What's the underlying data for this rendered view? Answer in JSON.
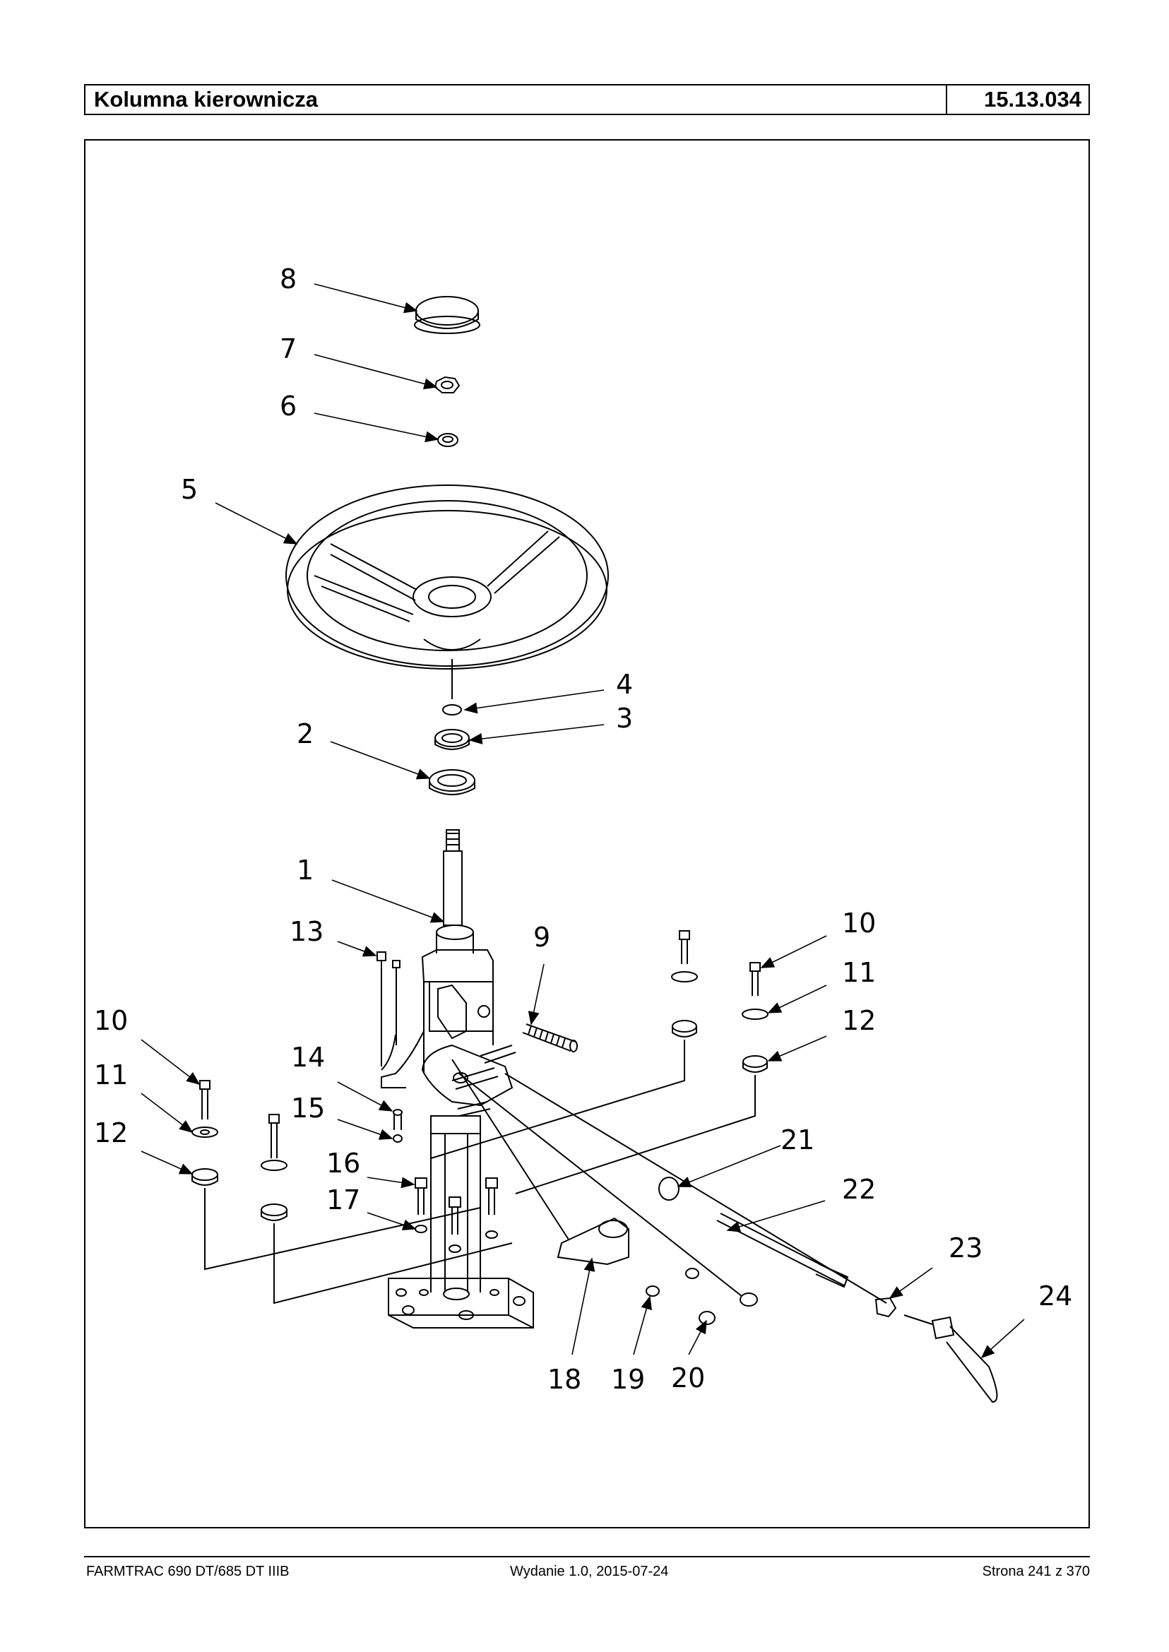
{
  "header": {
    "title": "Kolumna kierownicza",
    "code": "15.13.034"
  },
  "callouts": [
    "1",
    "2",
    "3",
    "4",
    "5",
    "6",
    "7",
    "8",
    "9",
    "10",
    "11",
    "12",
    "13",
    "14",
    "15",
    "16",
    "17",
    "18",
    "19",
    "20",
    "21",
    "22",
    "23",
    "24",
    "10",
    "11",
    "12"
  ],
  "footer": {
    "model": "FARMTRAC 690 DT/685 DT IIIB",
    "edition": "Wydanie 1.0,  2015-07-24",
    "page": "Strona 241 z 370"
  }
}
